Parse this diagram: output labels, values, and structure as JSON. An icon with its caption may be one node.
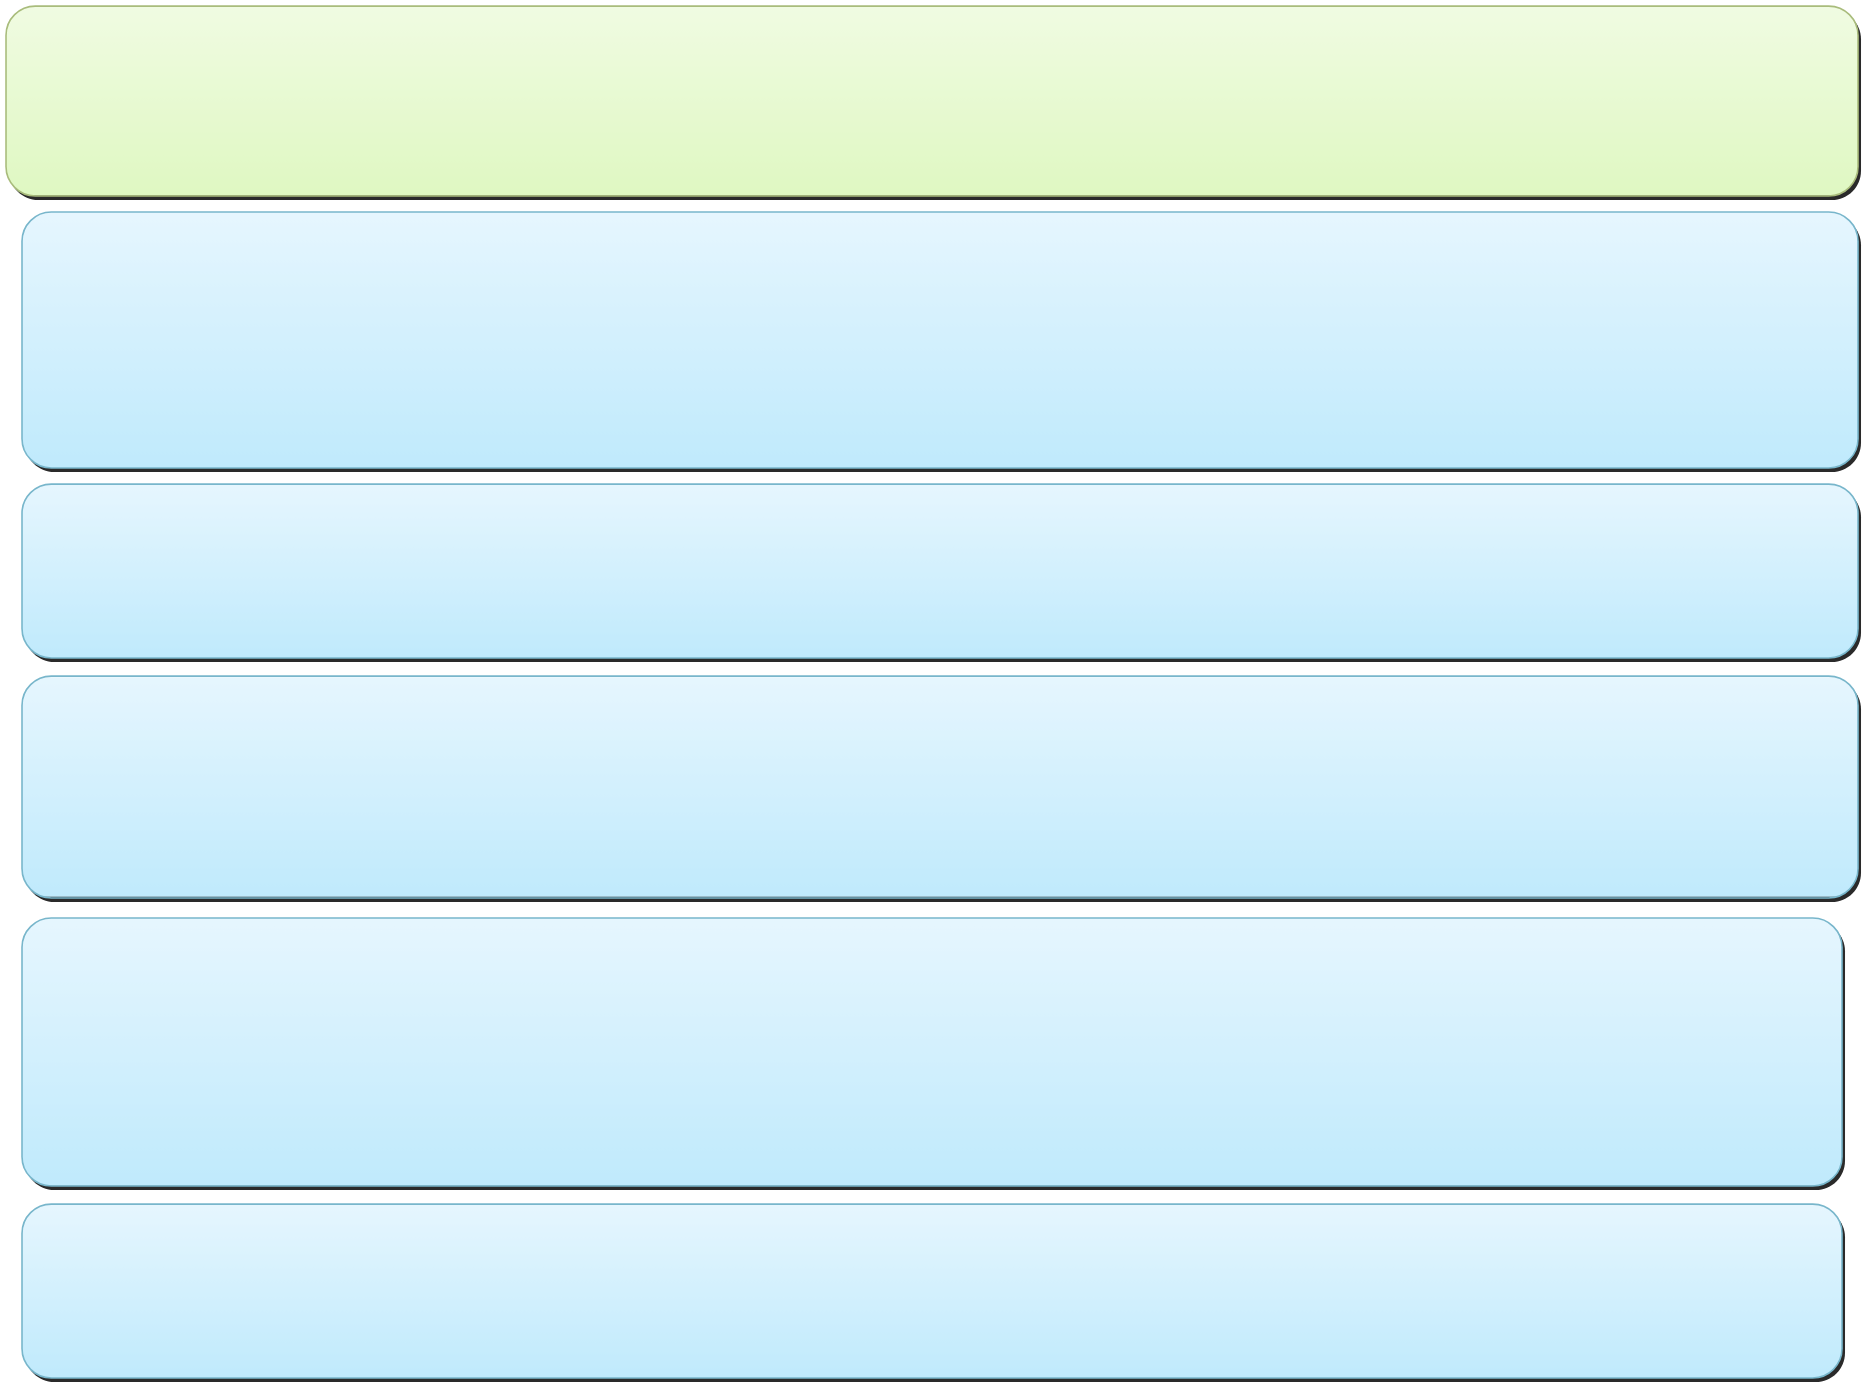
{
  "diagram": {
    "nodes": [
      {
        "text": [],
        "shape": "box"
      },
      {
        "text": [],
        "shape": "box"
      },
      {
        "text": [],
        "shape": "box"
      },
      {
        "text": [],
        "shape": "box"
      },
      {
        "text": [],
        "shape": "box"
      },
      {
        "text": [],
        "shape": "box"
      }
    ]
  }
}
